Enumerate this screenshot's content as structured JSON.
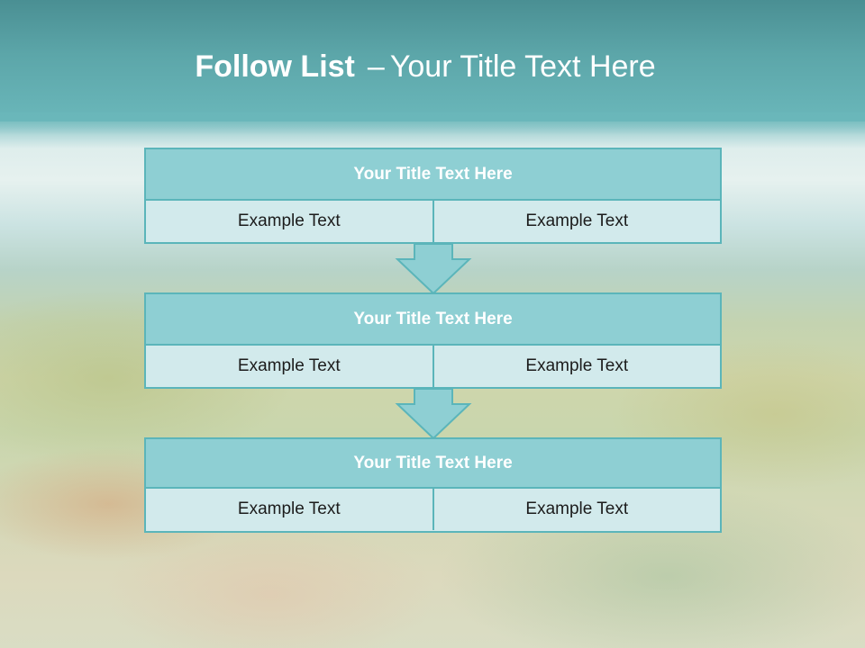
{
  "slide": {
    "title_lead": "Follow List",
    "title_dash": "–",
    "title_rest": "Your Title Text Here"
  },
  "blocks": [
    {
      "title": "Your Title Text Here",
      "left": "Example Text",
      "right": "Example Text"
    },
    {
      "title": "Your Title Text Here",
      "left": "Example Text",
      "right": "Example Text"
    },
    {
      "title": "Your Title Text Here",
      "left": "Example Text",
      "right": "Example Text"
    }
  ],
  "colors": {
    "header_band": "#5ca6a9",
    "box_header": "#8ecfd3",
    "box_body": "#d2eaec",
    "border": "#5bb5ba",
    "title_text": "#ffffff"
  },
  "icons": [
    "down-arrow-icon",
    "down-arrow-icon"
  ]
}
